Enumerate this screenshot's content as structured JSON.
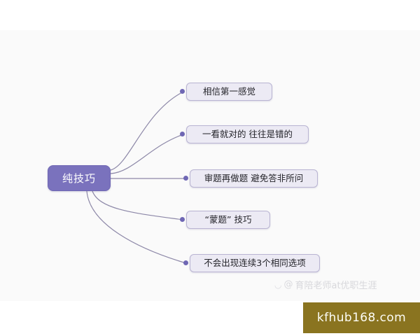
{
  "canvas": {
    "background_color": "#fafafa",
    "page_background_color": "#ffffff"
  },
  "mindmap": {
    "root": {
      "label": "纯技巧",
      "fill_color": "#7a72bd",
      "text_color": "#ffffff"
    },
    "branch_color": "#8d88a8",
    "node_fill_color": "#eceaf4",
    "node_border_color": "#b9b4d2",
    "dot_color": "#6f67b4",
    "topics": [
      {
        "label": "相信第一感觉"
      },
      {
        "label": "一看就对的 往往是错的"
      },
      {
        "label": "审题再做题 避免答非所问"
      },
      {
        "label": "“蒙题” 技巧"
      },
      {
        "label": "不会出现连续3个相同选项"
      }
    ]
  },
  "watermark": {
    "logo_icon": "app-logo-icon",
    "at_symbol": "@",
    "text": "育陪老师at优职生涯",
    "color": "#d8d8dc"
  },
  "banner": {
    "label": "kfhub168.com",
    "background_color": "#8a7420",
    "text_color": "#fdfdf6"
  }
}
